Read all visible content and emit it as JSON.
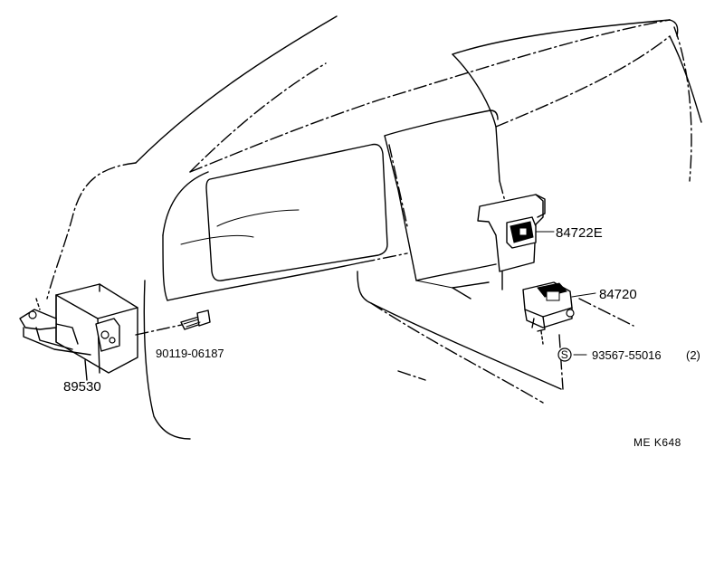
{
  "diagram": {
    "code": "ME K648",
    "parts": [
      {
        "id": "p1",
        "number": "89530"
      },
      {
        "id": "p2",
        "number": "90119-06187"
      },
      {
        "id": "p3",
        "number": "84722E"
      },
      {
        "id": "p4",
        "number": "84720"
      },
      {
        "id": "p5",
        "symbol": "S",
        "number": "93567-55016",
        "qty": "(2)"
      }
    ]
  }
}
